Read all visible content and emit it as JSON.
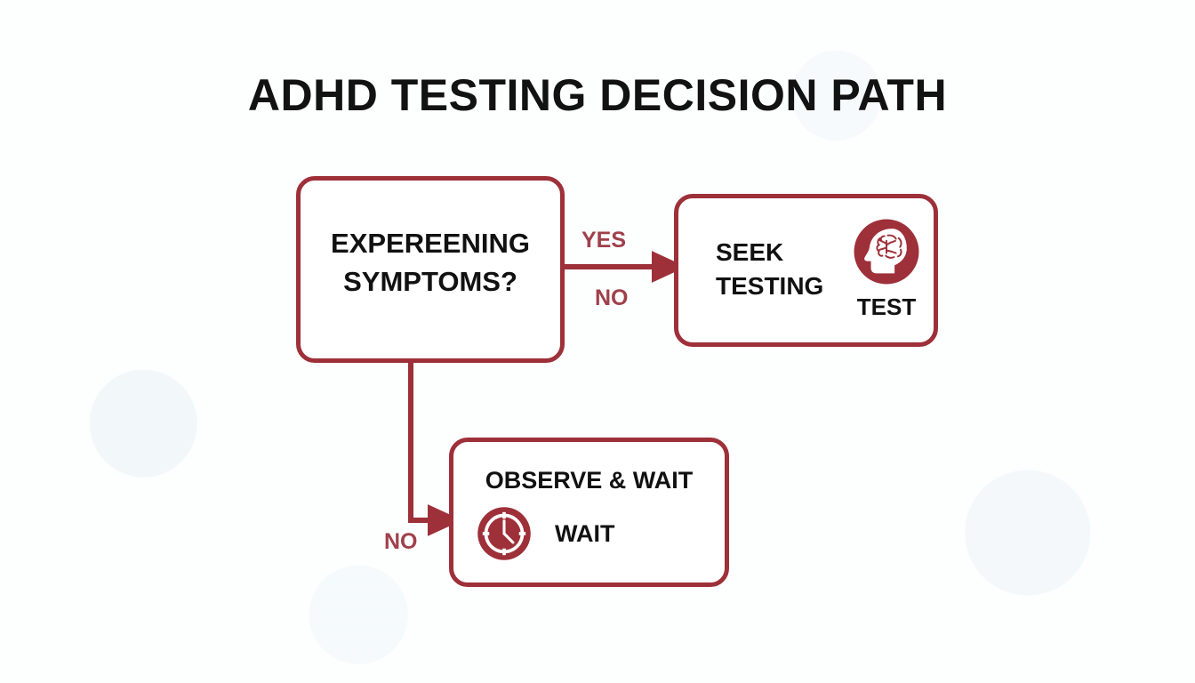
{
  "page": {
    "title": "ADHD TESTING DECISION PATH",
    "background_color": "#fdfefe",
    "accent_color": "#9e3039",
    "text_color": "#111111"
  },
  "diagram": {
    "type": "flowchart",
    "orientation": "top-down-with-branch",
    "nodes": [
      {
        "id": "decision",
        "shape": "rounded-rectangle",
        "label": "EXPEREENING SYMPTOMS?",
        "line1": "EXPEREENING",
        "line2": "SYMPTOMS?",
        "role": "decision"
      },
      {
        "id": "seek-testing",
        "shape": "rounded-rectangle",
        "label": "SEEK TESTING",
        "line1": "SEEK",
        "line2": "TESTING",
        "icon": "head-brain-icon",
        "icon_caption": "TEST",
        "role": "outcome"
      },
      {
        "id": "observe-wait",
        "shape": "rounded-rectangle",
        "label": "OBSERVE & WAIT",
        "icon": "clock-icon",
        "icon_caption": "WAIT",
        "role": "outcome"
      }
    ],
    "edges": [
      {
        "id": "edge-yes",
        "from": "decision",
        "to": "seek-testing",
        "label": "YES",
        "position": "above-arrow"
      },
      {
        "id": "edge-no-top",
        "from": "decision",
        "to": "seek-testing",
        "label": "NO",
        "position": "below-arrow"
      },
      {
        "id": "edge-no-bottom",
        "from": "decision",
        "to": "observe-wait",
        "label": "NO",
        "position": "below-elbow"
      }
    ]
  }
}
